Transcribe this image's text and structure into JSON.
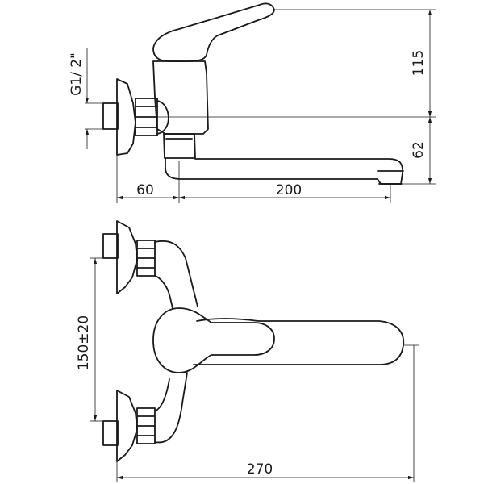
{
  "dimensions": {
    "thread": "G1/ 2\"",
    "height_top": "115",
    "height_bottom": "62",
    "depth_wall": "60",
    "spout_reach": "200",
    "inlet_spacing": "150±20",
    "total_reach": "270"
  },
  "views": [
    "side-view",
    "top-view"
  ]
}
